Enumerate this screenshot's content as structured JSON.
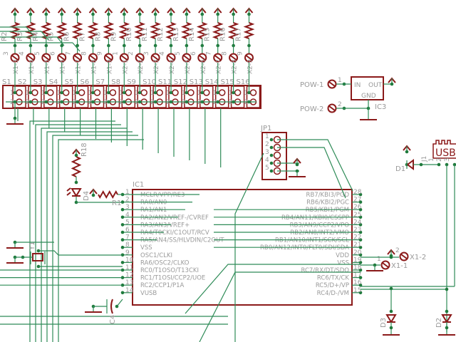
{
  "schematic": {
    "colors": {
      "wire": "#2e8b57",
      "part": "#8b1a1a",
      "label": "#999999",
      "junction": "#1f7a3c"
    },
    "pullup_resistors": [
      "R2",
      "R3",
      "R4",
      "R5",
      "R6",
      "R7",
      "R8",
      "R9",
      "R10",
      "R11",
      "R12",
      "R13",
      "R14",
      "R15",
      "R16",
      "R17"
    ],
    "resistor_pin_numbers": [
      "3",
      "4",
      "5",
      "6",
      "7",
      "8",
      "9",
      "1",
      "2",
      "3",
      "4",
      "5",
      "6",
      "7",
      "8",
      "9"
    ],
    "terminals": [
      "X1-3",
      "X1-4",
      "X1-5",
      "X1-6",
      "X1-7",
      "X1-8",
      "X1-9",
      "X2-1",
      "X2-2",
      "X2-3",
      "X2-4",
      "X2-5",
      "X2-6",
      "X2-7",
      "X2-8",
      "X2-9"
    ],
    "switches": [
      "S1",
      "S2",
      "S3",
      "S4",
      "S5",
      "S6",
      "S7",
      "S8",
      "S9",
      "S10",
      "S11",
      "S12",
      "S13",
      "S14",
      "S15",
      "S16"
    ],
    "switch_pins": [
      "1",
      "2"
    ],
    "regulator": {
      "name": "IC3",
      "pins": {
        "in": "IN",
        "out": "OUT",
        "gnd": "GND"
      }
    },
    "power_terminals": [
      {
        "name": "POW-1",
        "pin": "1"
      },
      {
        "name": "POW-2",
        "pin": "2"
      }
    ],
    "jumper": {
      "name": "JP1",
      "pins": [
        "1",
        "2",
        "3",
        "4",
        "5"
      ]
    },
    "usb": {
      "name": "J1",
      "label": "USB",
      "pins": [
        "1",
        "2",
        "3"
      ]
    },
    "diodes": {
      "d1": "D1",
      "d2": "D2",
      "d3": "D3",
      "led": "D4"
    },
    "resistors_misc": {
      "r1": "R1",
      "r18": "R18"
    },
    "crystal": "Y1",
    "capacitor": "C4",
    "ic1": {
      "name": "IC1",
      "left_pins": [
        {
          "num": "1",
          "name": "MCLR/VPP/RE3"
        },
        {
          "num": "2",
          "name": "RA0/AN0"
        },
        {
          "num": "3",
          "name": "RA1/AN1"
        },
        {
          "num": "4",
          "name": "RA2/AN2/VREF-/CVREF"
        },
        {
          "num": "5",
          "name": "RA3/AN3/VREF+"
        },
        {
          "num": "6",
          "name": "RA4/T0CKI/C1OUT/RCV"
        },
        {
          "num": "7",
          "name": "RA5/AN4/SS/HLVDIN/C2OUT"
        },
        {
          "num": "8",
          "name": "VSS"
        },
        {
          "num": "9",
          "name": "OSC1/CLKI"
        },
        {
          "num": "10",
          "name": "RA6/OSC2/CLKO"
        },
        {
          "num": "11",
          "name": "RC0/T1OSO/T13CKI"
        },
        {
          "num": "12",
          "name": "RC1/T1OSI/CCP2/UOE"
        },
        {
          "num": "13",
          "name": "RC2/CCP1/P1A"
        },
        {
          "num": "14",
          "name": "VUSB"
        }
      ],
      "right_pins": [
        {
          "num": "28",
          "name": "RB7/KBI3/PGD"
        },
        {
          "num": "27",
          "name": "RB6/KBI2/PGC"
        },
        {
          "num": "26",
          "name": "RB5/KBI1/PGM"
        },
        {
          "num": "25",
          "name": "RB4/AN11/KBI0/CSSPP"
        },
        {
          "num": "24",
          "name": "RB3/AN9/CCP2/VPO"
        },
        {
          "num": "23",
          "name": "RB2/AN8/INT2/VMO"
        },
        {
          "num": "22",
          "name": "RB1/AN10/INT1/SCK/SCL"
        },
        {
          "num": "21",
          "name": "RB0/AN12/INT0/FLT0/SDI/SDA"
        },
        {
          "num": "20",
          "name": "VDD"
        },
        {
          "num": "19",
          "name": "VSS"
        },
        {
          "num": "18",
          "name": "RC7/RX/DT/SDO"
        },
        {
          "num": "17",
          "name": "RC6/TX/CK"
        },
        {
          "num": "16",
          "name": "RC5/D+/VP"
        },
        {
          "num": "15",
          "name": "RC4/D-/VM"
        }
      ]
    },
    "x1_terminals": [
      {
        "name": "X1-2",
        "pin": "2"
      },
      {
        "name": "X1-1",
        "pin": "1"
      }
    ]
  }
}
